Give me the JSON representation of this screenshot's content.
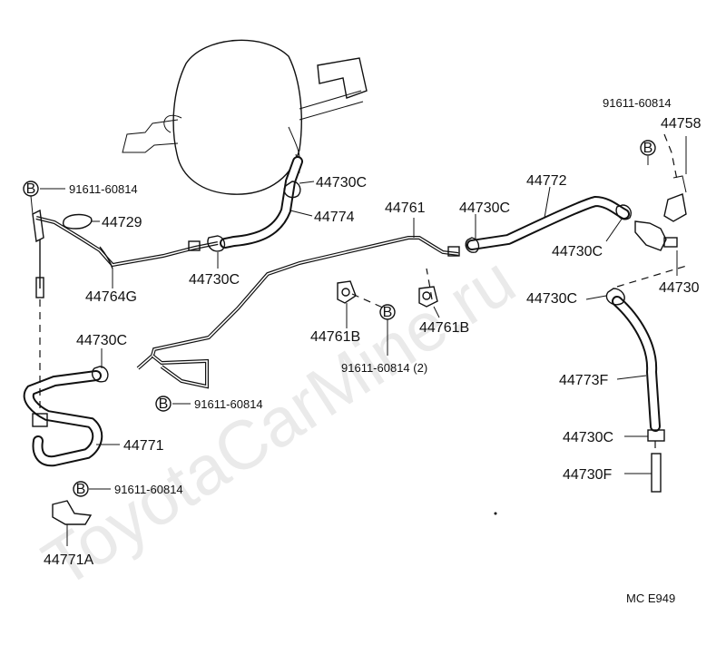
{
  "watermark": "ToyotaCarMine.ru",
  "diagram_code": "MC  E949",
  "bolt_symbol": "B",
  "labels": {
    "bolt_top_left": "91611-60814",
    "p44729": "44729",
    "p44764g": "44764G",
    "clamp_left_mid": "44730C",
    "clamp_top_center": "44730C",
    "p44774": "44774",
    "p44761": "44761",
    "clamp_center": "44730C",
    "p44772": "44772",
    "bolt_top_right": "91611-60814",
    "p44758": "44758",
    "clamp_right": "44730C",
    "p44730": "44730",
    "clamp_right_lower": "44730C",
    "p44761b_left": "44761B",
    "p44761b_right": "44761B",
    "bolt_center": "91611-60814 (2)",
    "clamp_left": "44730C",
    "bolt_left_mid": "91611-60814",
    "p44771": "44771",
    "bolt_bottom_left": "91611-60814",
    "p44771a": "44771A",
    "p44773f": "44773F",
    "clamp_bottom_right": "44730C",
    "p44730f": "44730F"
  }
}
